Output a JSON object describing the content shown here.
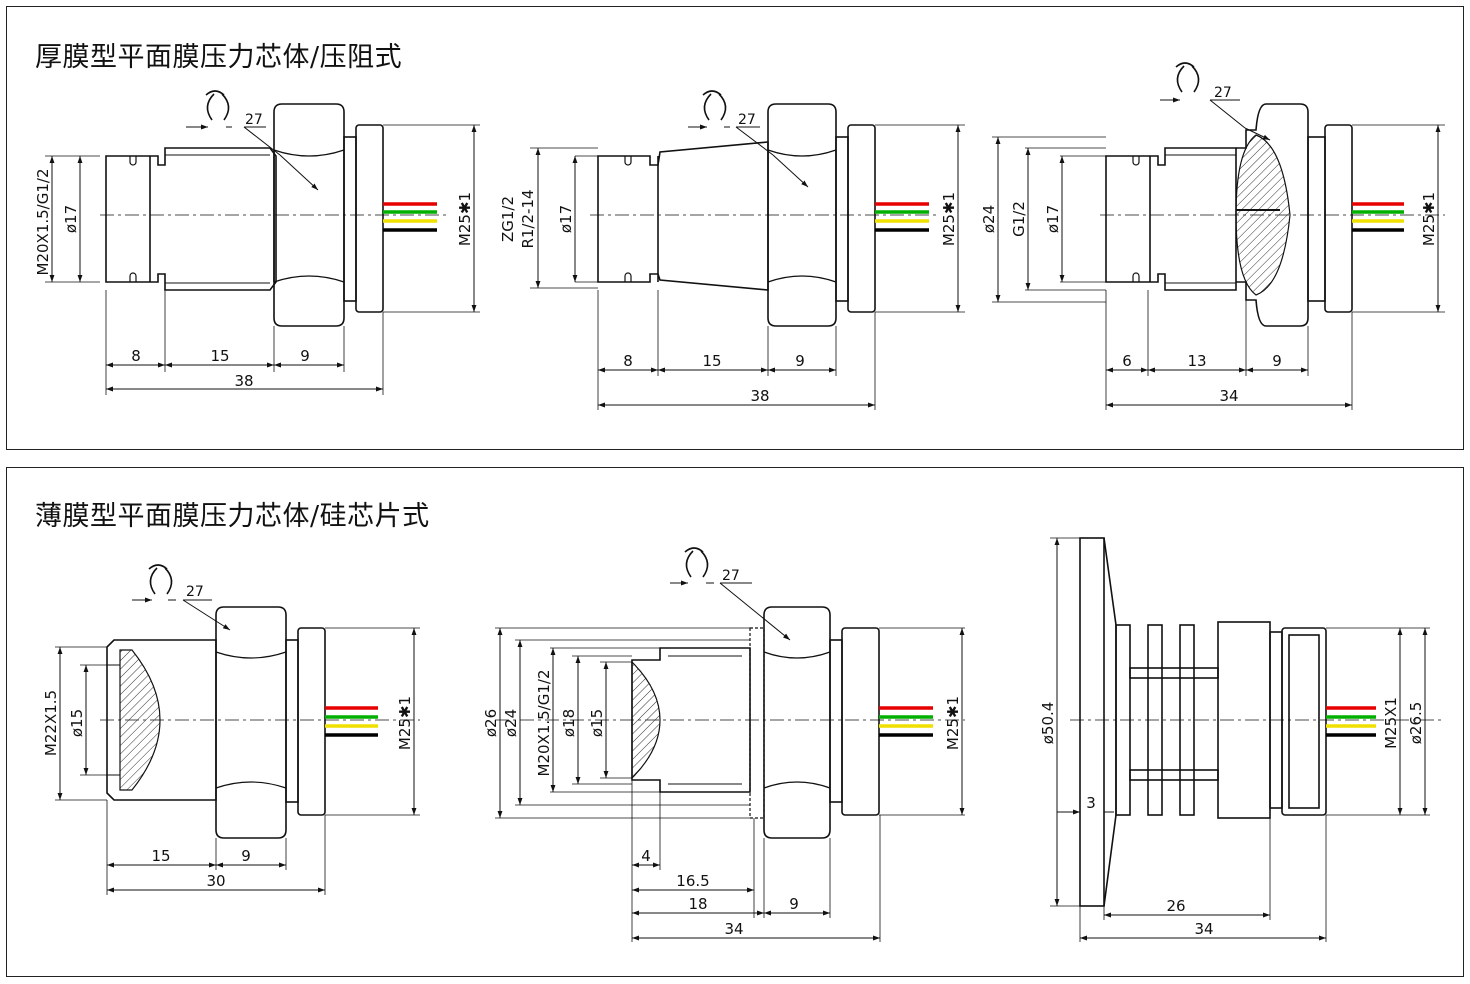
{
  "titles": {
    "top": "厚膜型平面膜压力芯体/压阻式",
    "bottom": "薄膜型平面膜压力芯体/硅芯片式"
  },
  "colors": {
    "line": "#111111",
    "wire_red": "#e60000",
    "wire_green": "#00b000",
    "wire_yellow": "#f0e000",
    "wire_black": "#000000",
    "hatch": "#333333"
  },
  "drawings": {
    "d1": {
      "thread": "M20X1.5/G1/2",
      "dia": "ø17",
      "wrench": "27",
      "cable": "M25✱1",
      "dims": [
        "8",
        "15",
        "9",
        "38"
      ]
    },
    "d2": {
      "thread1": "ZG1/2",
      "thread2": "R1/2-14",
      "dia": "ø17",
      "wrench": "27",
      "cable": "M25✱1",
      "dims": [
        "8",
        "15",
        "9",
        "38"
      ]
    },
    "d3": {
      "outer": "ø24",
      "thread": "G1/2",
      "dia": "ø17",
      "wrench": "27",
      "cable": "M25✱1",
      "dims": [
        "6",
        "13",
        "9",
        "34"
      ]
    },
    "d4": {
      "thread": "M22X1.5",
      "dia": "ø15",
      "wrench": "27",
      "cable": "M25✱1",
      "dims": [
        "15",
        "9",
        "30"
      ]
    },
    "d5": {
      "outer1": "ø26",
      "outer2": "ø24",
      "thread": "M20X1.5/G1/2",
      "dia1": "ø18",
      "dia2": "ø15",
      "wrench": "27",
      "cable": "M25✱1",
      "dims": [
        "4",
        "16.5",
        "18",
        "9",
        "34"
      ]
    },
    "d6": {
      "flange": "ø50.4",
      "thread": "M25X1",
      "dia": "ø26.5",
      "dims": [
        "3",
        "26",
        "34"
      ]
    }
  }
}
